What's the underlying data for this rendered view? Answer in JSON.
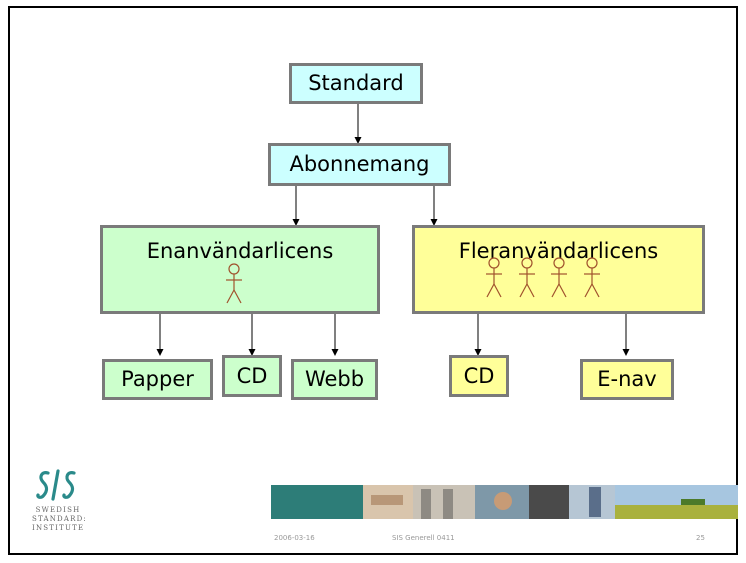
{
  "nodes": {
    "standard": "Standard",
    "abonnemang": "Abonnemang",
    "enanvandarlicens": "Enanvändarlicens",
    "fleranvandarlicens": "Fleranvändarlicens",
    "papper": "Papper",
    "cd_single": "CD",
    "webb": "Webb",
    "cd_multi": "CD",
    "e_nav": "E-nav"
  },
  "colors": {
    "top_nodes": "#ccffff",
    "single_user": "#ccffcc",
    "multi_user": "#ffff99",
    "stick_figure": "#a0522d",
    "node_border": "#7a7a7a"
  },
  "logo": {
    "mark": "SIS",
    "lines": [
      "SWEDISH",
      "STANDARD:",
      "INSTITUTE"
    ]
  },
  "footer": {
    "date": "2006-03-16",
    "doc_id": "SIS Generell 0411",
    "page_number": "25"
  }
}
